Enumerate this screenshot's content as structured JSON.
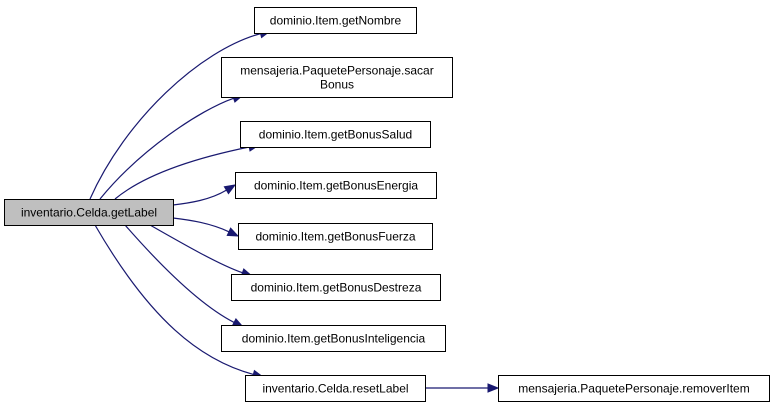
{
  "colors": {
    "root_fill": "#bfbfbf",
    "node_fill": "#ffffff",
    "edge": "#191970"
  },
  "nodes": [
    {
      "id": "root",
      "lines": [
        "inventario.Celda.getLabel"
      ]
    },
    {
      "id": "getNombre",
      "lines": [
        "dominio.Item.getNombre"
      ]
    },
    {
      "id": "sacarBonus",
      "lines": [
        "mensajeria.PaquetePersonaje.sacar",
        "Bonus"
      ]
    },
    {
      "id": "getBonusSalud",
      "lines": [
        "dominio.Item.getBonusSalud"
      ]
    },
    {
      "id": "getBonusEnergia",
      "lines": [
        "dominio.Item.getBonusEnergia"
      ]
    },
    {
      "id": "getBonusFuerza",
      "lines": [
        "dominio.Item.getBonusFuerza"
      ]
    },
    {
      "id": "getBonusDestreza",
      "lines": [
        "dominio.Item.getBonusDestreza"
      ]
    },
    {
      "id": "getBonusInteligencia",
      "lines": [
        "dominio.Item.getBonusInteligencia"
      ]
    },
    {
      "id": "resetLabel",
      "lines": [
        "inventario.Celda.resetLabel"
      ]
    },
    {
      "id": "removerItem",
      "lines": [
        "mensajeria.PaquetePersonaje.removerItem"
      ]
    }
  ],
  "edges": [
    {
      "from": "root",
      "to": "getNombre"
    },
    {
      "from": "root",
      "to": "sacarBonus"
    },
    {
      "from": "root",
      "to": "getBonusSalud"
    },
    {
      "from": "root",
      "to": "getBonusEnergia"
    },
    {
      "from": "root",
      "to": "getBonusFuerza"
    },
    {
      "from": "root",
      "to": "getBonusDestreza"
    },
    {
      "from": "root",
      "to": "getBonusInteligencia"
    },
    {
      "from": "root",
      "to": "resetLabel"
    },
    {
      "from": "resetLabel",
      "to": "removerItem"
    }
  ]
}
